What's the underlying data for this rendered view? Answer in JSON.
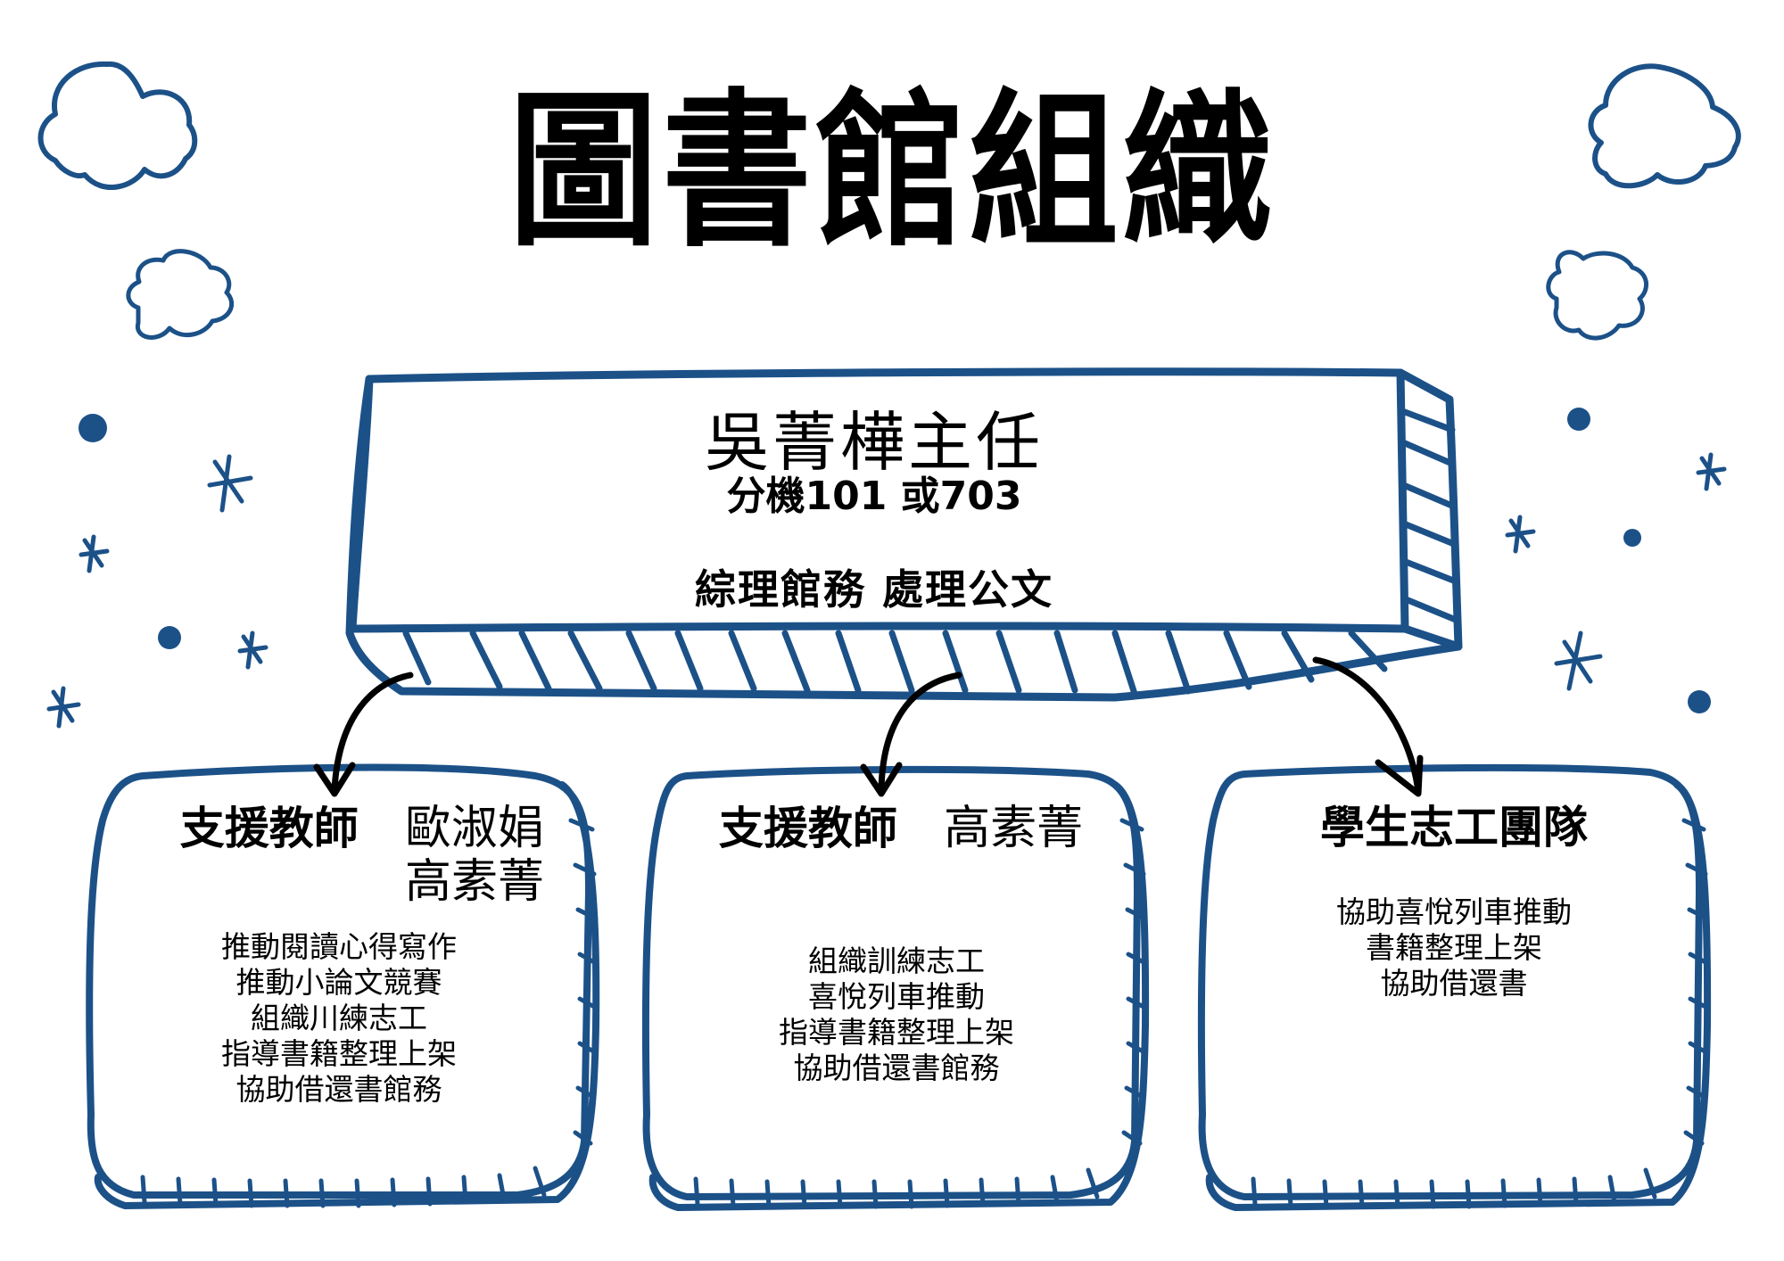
{
  "title": "圖書館組織",
  "head": {
    "name": "吳菁樺主任",
    "extension": "分機101 或703",
    "duties": "綜理館務 處理公文"
  },
  "boxes": [
    {
      "role": "支援教師",
      "names": [
        "歐淑娟",
        "高素菁"
      ],
      "items": [
        "推動閱讀心得寫作",
        "推動小論文競賽",
        "組織川練志工",
        "指導書籍整理上架",
        "協助借還書館務"
      ]
    },
    {
      "role": "支援教師",
      "names": [
        "高素菁"
      ],
      "items": [
        "組織訓練志工",
        "喜悅列車推動",
        "指導書籍整理上架",
        "協助借還書館務"
      ]
    },
    {
      "role": "學生志工團隊",
      "names": [],
      "items": [
        "協助喜悅列車推動",
        "書籍整理上架",
        "協助借還書"
      ]
    }
  ],
  "colors": {
    "outline": "#1c5188",
    "arrow": "#000000",
    "background": "#ffffff",
    "text": "#000000"
  },
  "decor": {
    "clouds": 4,
    "stars": 9,
    "dots": 6
  }
}
